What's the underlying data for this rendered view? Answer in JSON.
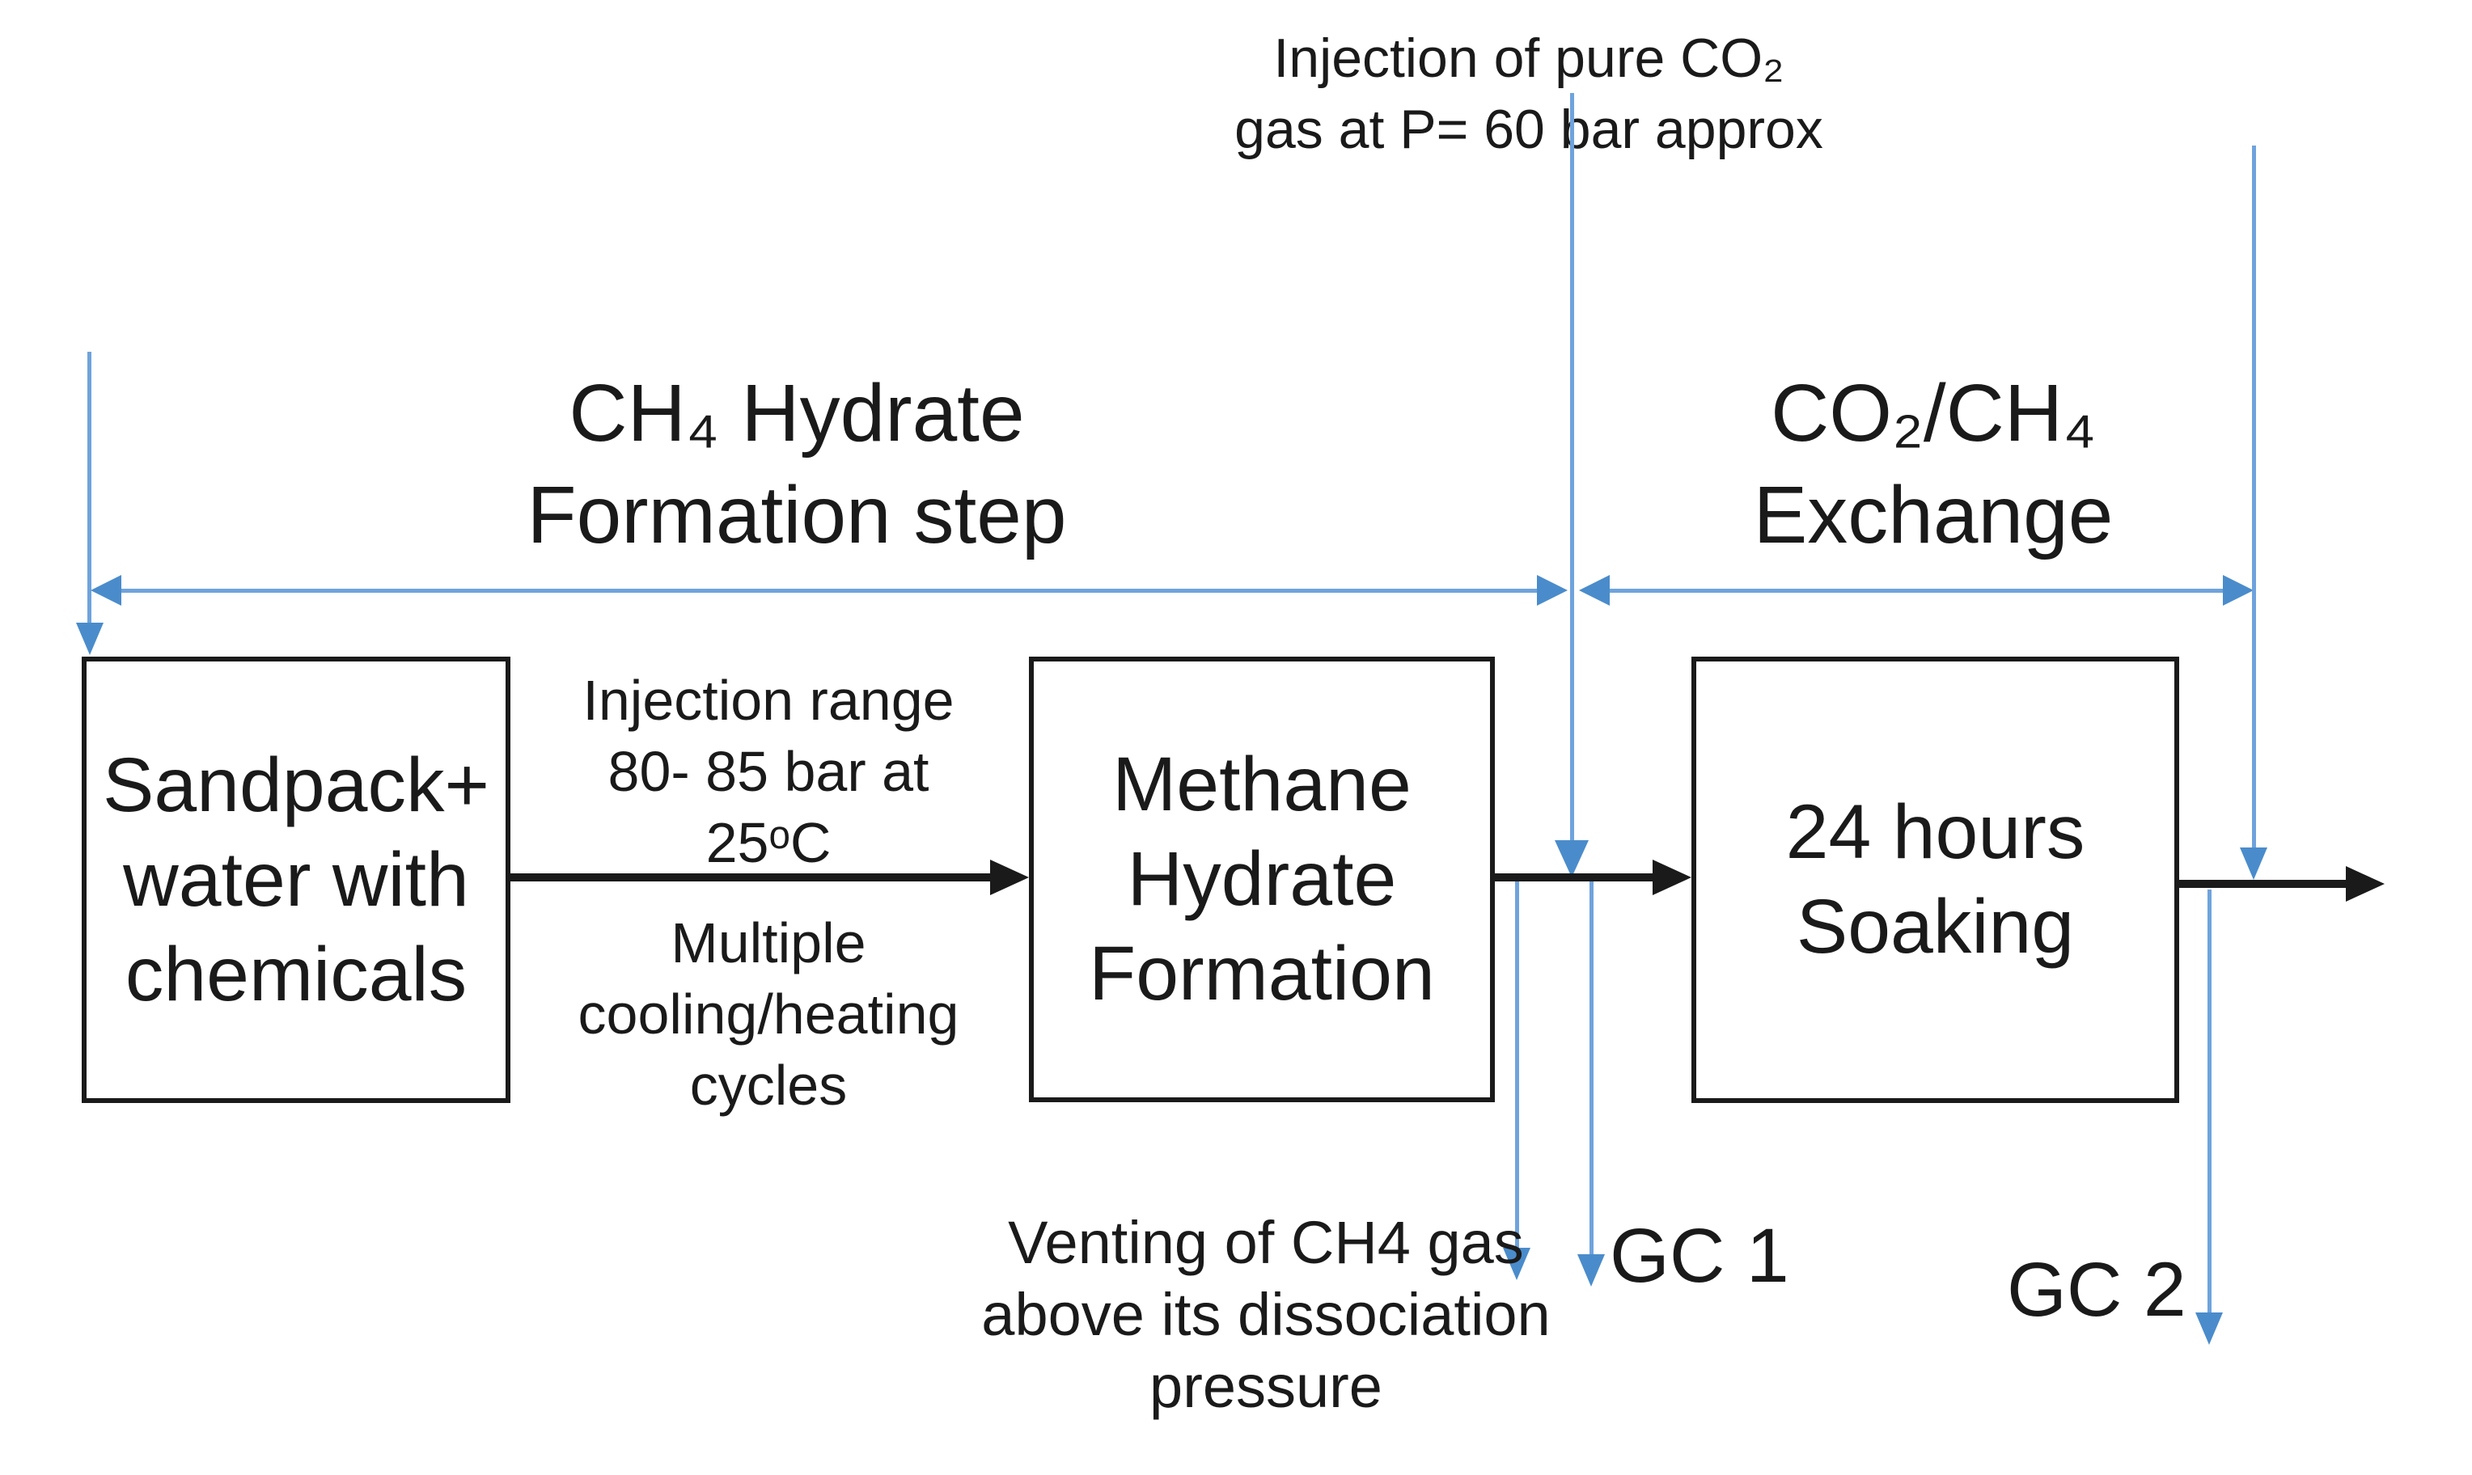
{
  "diagram": {
    "top_note": "Injection of pure CO₂\ngas at P= 60 bar approx",
    "phase1_label": "CH₄ Hydrate\nFormation step",
    "phase2_label": "CO₂/CH₄\nExchange",
    "boxes": [
      {
        "label": "Sandpack+\nwater with\nchemicals"
      },
      {
        "label": "Methane\nHydrate\nFormation"
      },
      {
        "label": "24 hours\nSoaking"
      }
    ],
    "arrow1_top_label": "Injection range\n80- 85 bar at\n25ᵒC",
    "arrow1_bottom_label": "Multiple\ncooling/heating\ncycles",
    "venting_note": "Venting of CH4 gas\nabove its dissociation\npressure",
    "gc1_label": "GC 1",
    "gc2_label": "GC 2",
    "colors": {
      "line_blue": "#6FA3DC",
      "arrow_blue": "#4A8CCB",
      "ink": "#1A1A1A"
    }
  }
}
